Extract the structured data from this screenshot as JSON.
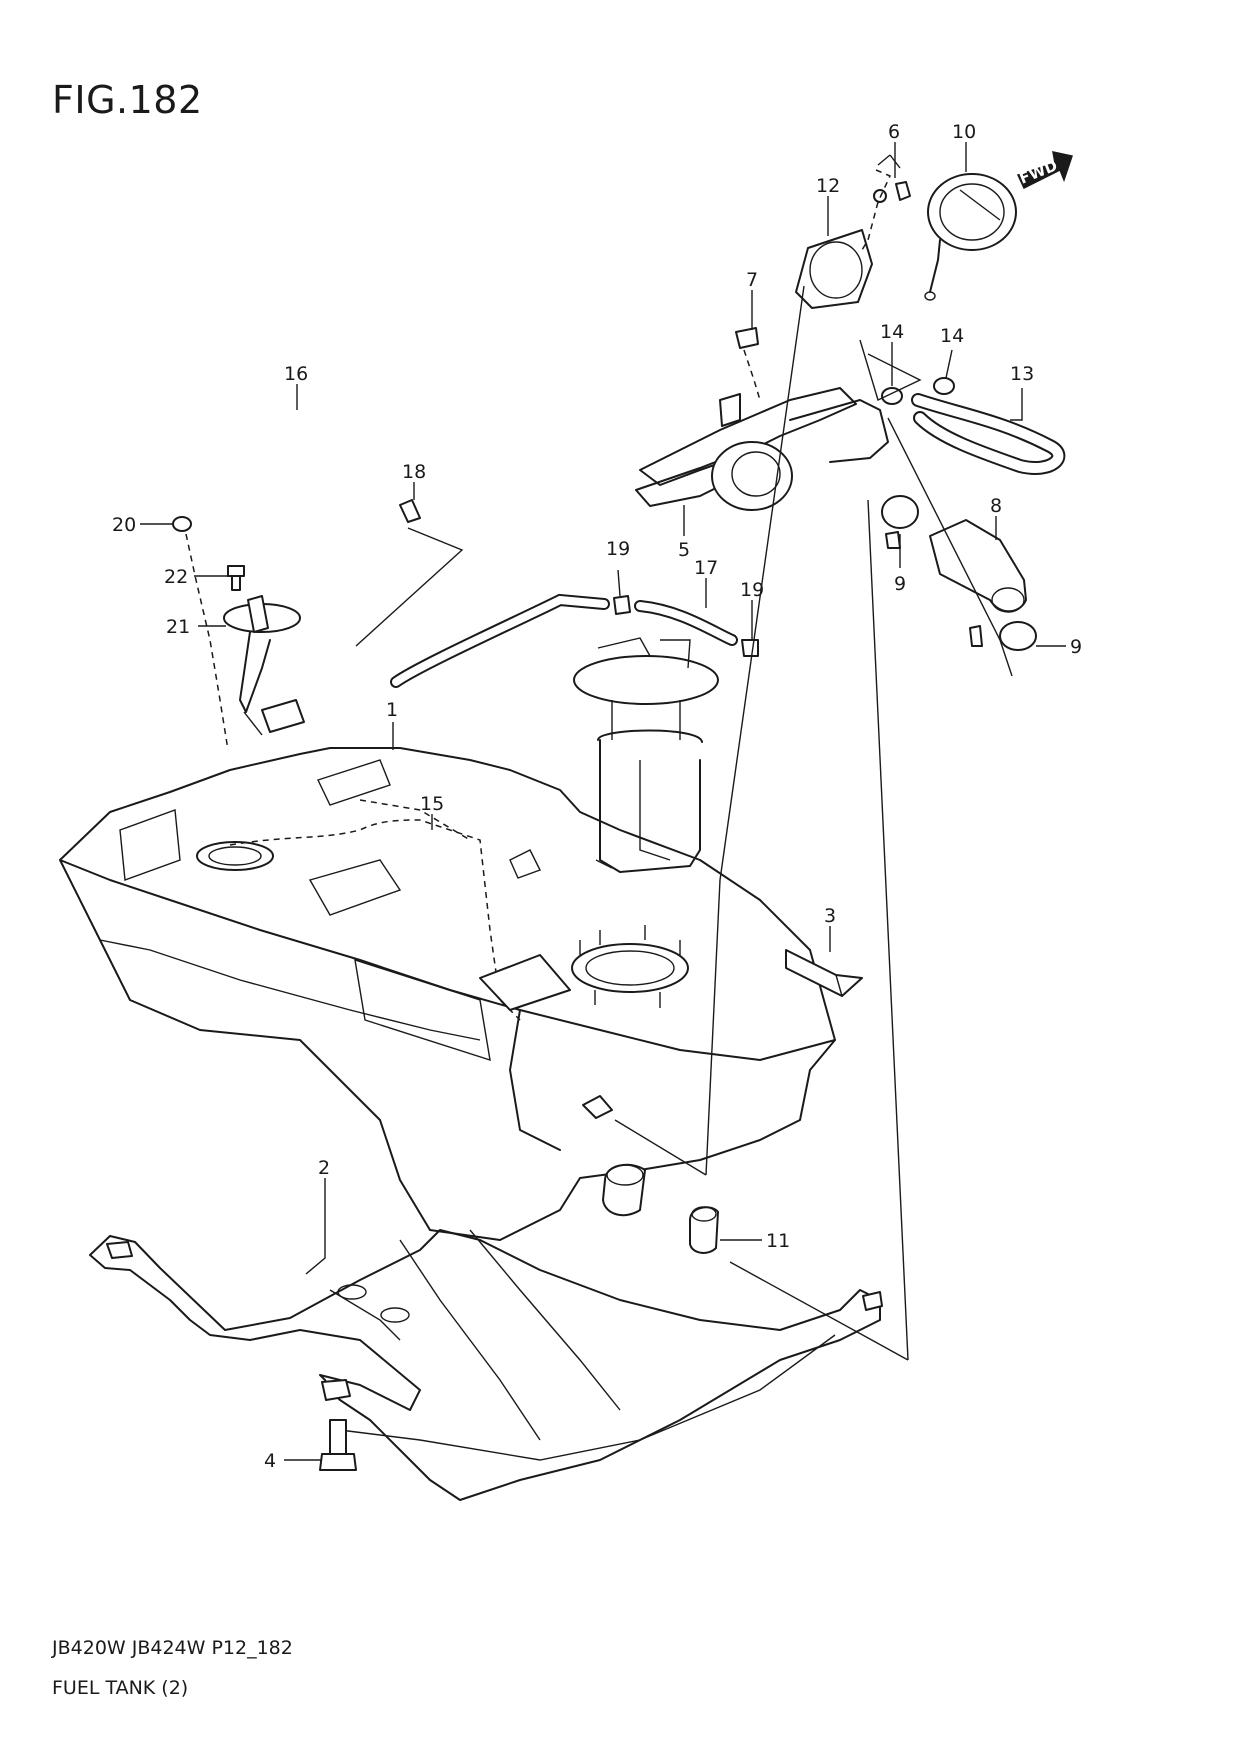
{
  "figure": {
    "title": "FIG.182",
    "footer_model": "JB420W JB424W P12_182",
    "footer_name": "FUEL TANK (2)",
    "direction_badge": "FWD"
  },
  "callouts": [
    {
      "id": "c1",
      "label": "1"
    },
    {
      "id": "c2",
      "label": "2"
    },
    {
      "id": "c3",
      "label": "3"
    },
    {
      "id": "c4",
      "label": "4"
    },
    {
      "id": "c5",
      "label": "5"
    },
    {
      "id": "c6",
      "label": "6"
    },
    {
      "id": "c7",
      "label": "7"
    },
    {
      "id": "c8",
      "label": "8"
    },
    {
      "id": "c9a",
      "label": "9"
    },
    {
      "id": "c9b",
      "label": "9"
    },
    {
      "id": "c10",
      "label": "10"
    },
    {
      "id": "c11",
      "label": "11"
    },
    {
      "id": "c12",
      "label": "12"
    },
    {
      "id": "c13",
      "label": "13"
    },
    {
      "id": "c14a",
      "label": "14"
    },
    {
      "id": "c14b",
      "label": "14"
    },
    {
      "id": "c15",
      "label": "15"
    },
    {
      "id": "c16",
      "label": "16"
    },
    {
      "id": "c17",
      "label": "17"
    },
    {
      "id": "c18",
      "label": "18"
    },
    {
      "id": "c19a",
      "label": "19"
    },
    {
      "id": "c19b",
      "label": "19"
    },
    {
      "id": "c20",
      "label": "20"
    },
    {
      "id": "c21",
      "label": "21"
    },
    {
      "id": "c22",
      "label": "22"
    }
  ]
}
